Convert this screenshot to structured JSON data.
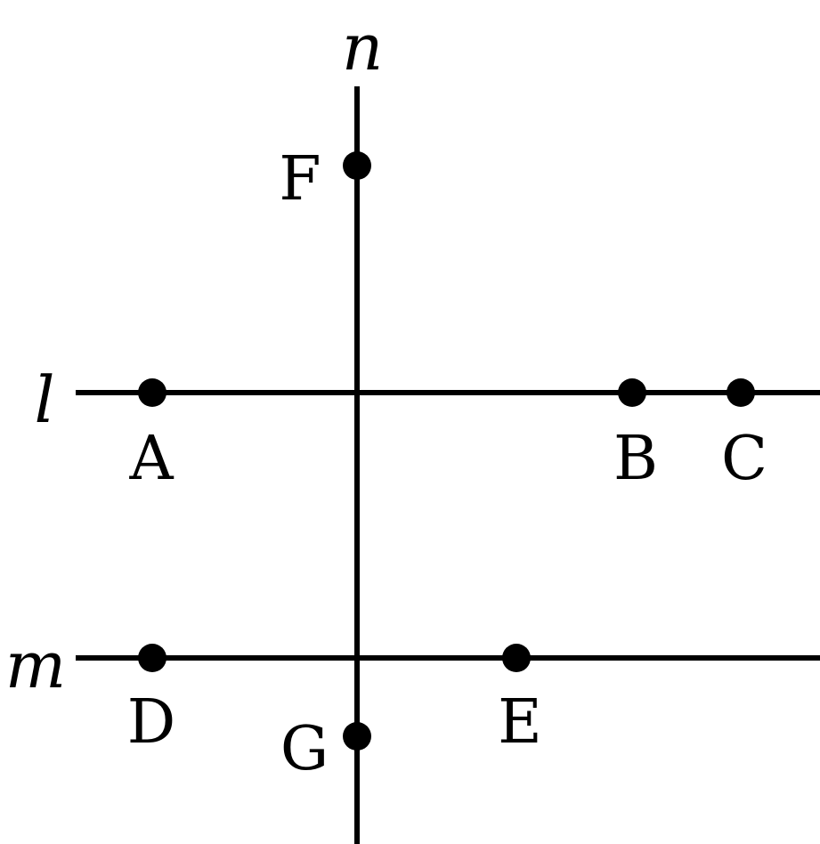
{
  "lines": [
    {
      "id": "n",
      "label": "n"
    },
    {
      "id": "l",
      "label": "l"
    },
    {
      "id": "m",
      "label": "m"
    }
  ],
  "points": [
    {
      "id": "F",
      "label": "F",
      "on": "n"
    },
    {
      "id": "A",
      "label": "A",
      "on": "l"
    },
    {
      "id": "B",
      "label": "B",
      "on": "l"
    },
    {
      "id": "C",
      "label": "C",
      "on": "l"
    },
    {
      "id": "D",
      "label": "D",
      "on": "m"
    },
    {
      "id": "E",
      "label": "E",
      "on": "m"
    },
    {
      "id": "G",
      "label": "G",
      "on": "n"
    }
  ],
  "colors": {
    "stroke": "#000000",
    "background": "#ffffff"
  }
}
